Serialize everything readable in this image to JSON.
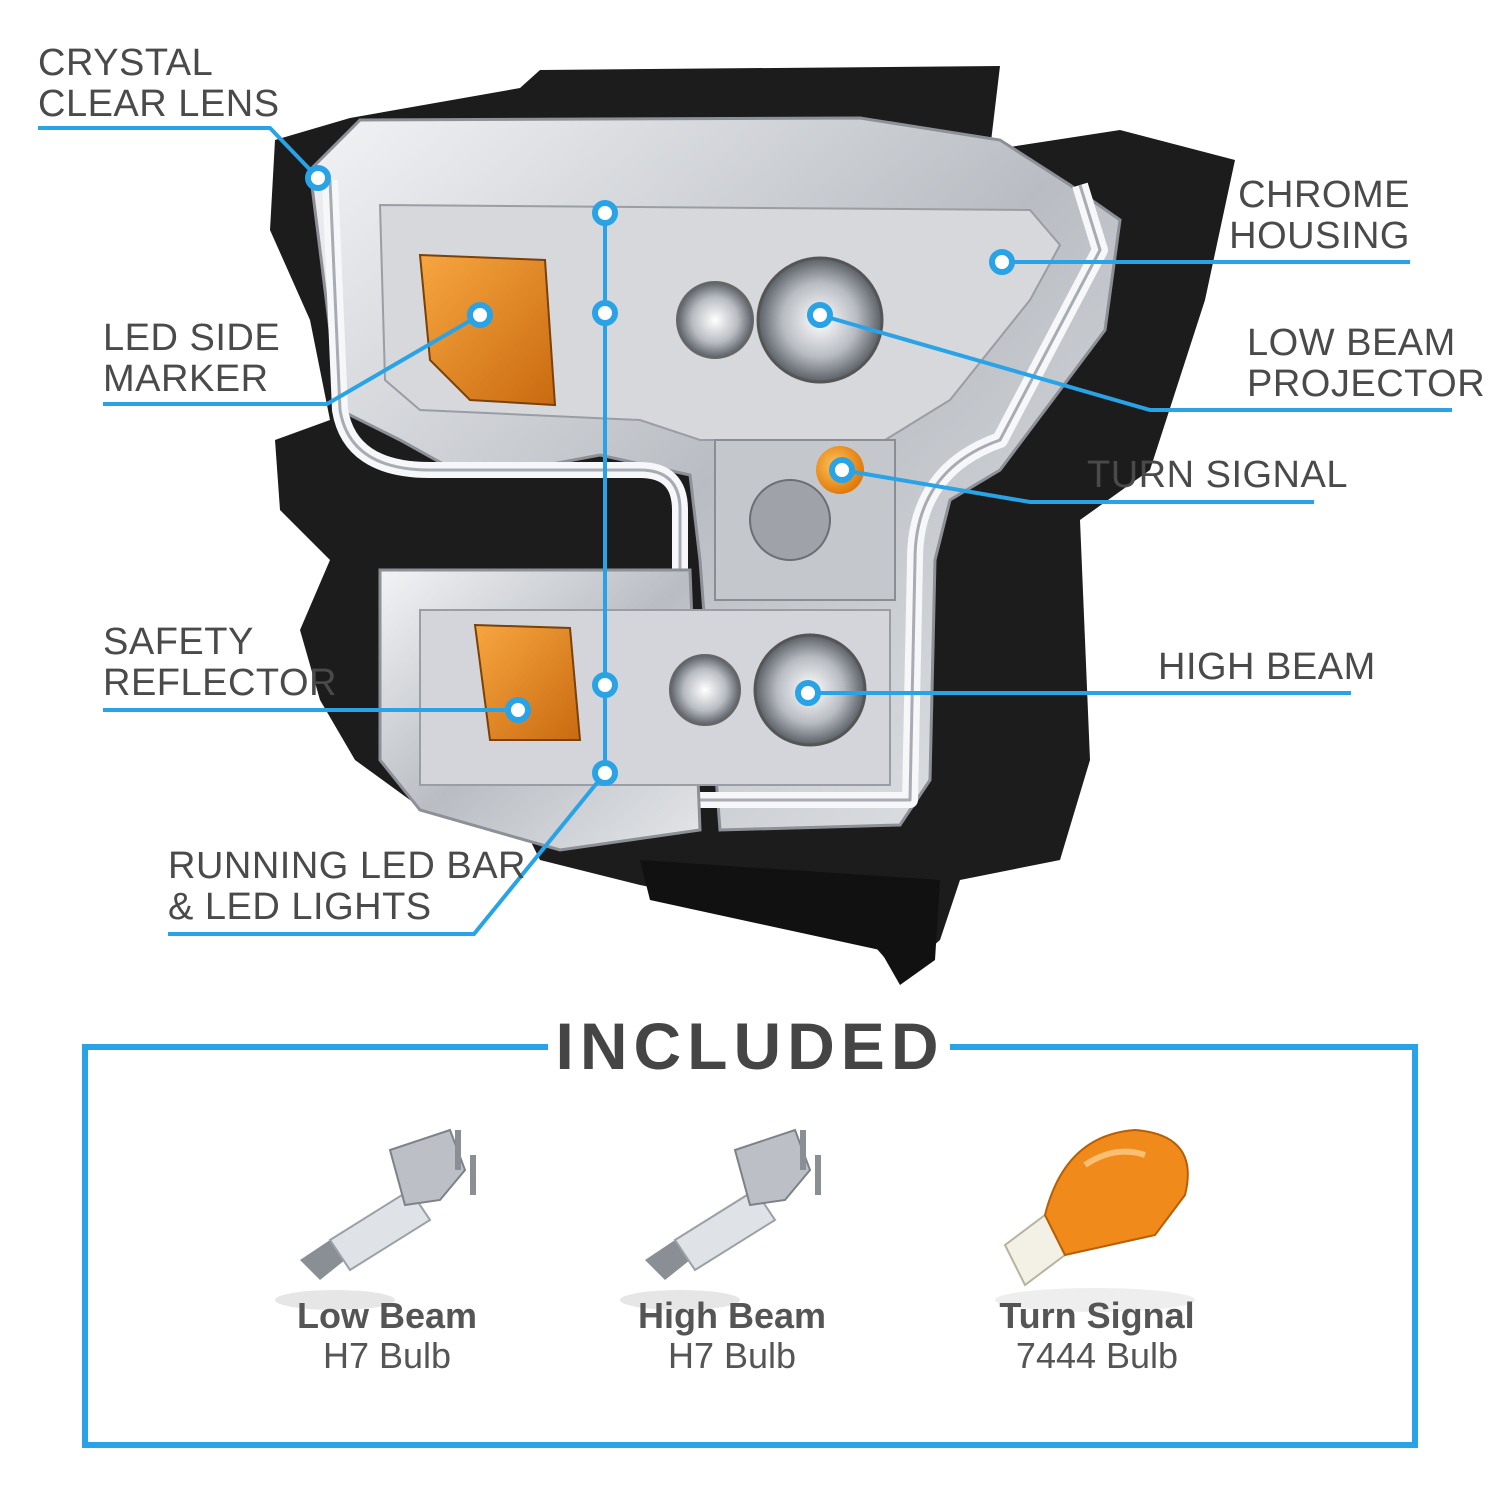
{
  "callouts": [
    {
      "id": "crystal-clear-lens",
      "lines": [
        "CRYSTAL",
        "CLEAR LENS"
      ]
    },
    {
      "id": "led-side-marker",
      "lines": [
        "LED SIDE",
        "MARKER"
      ]
    },
    {
      "id": "safety-reflector",
      "lines": [
        "SAFETY",
        "REFLECTOR"
      ]
    },
    {
      "id": "running-led-bar",
      "lines": [
        "RUNNING LED BAR",
        "& LED LIGHTS"
      ]
    },
    {
      "id": "chrome-housing",
      "lines": [
        "CHROME",
        "HOUSING"
      ]
    },
    {
      "id": "low-beam-projector",
      "lines": [
        "LOW BEAM",
        "PROJECTOR"
      ]
    },
    {
      "id": "turn-signal",
      "lines": [
        "TURN SIGNAL"
      ]
    },
    {
      "id": "high-beam",
      "lines": [
        "HIGH BEAM"
      ]
    }
  ],
  "included": {
    "title": "INCLUDED",
    "items": [
      {
        "name": "Low Beam",
        "type": "H7 Bulb",
        "icon": "h7-bulb-icon"
      },
      {
        "name": "High Beam",
        "type": "H7 Bulb",
        "icon": "h7-bulb-icon"
      },
      {
        "name": "Turn Signal",
        "type": "7444 Bulb",
        "icon": "7444-amber-bulb-icon"
      }
    ]
  },
  "colors": {
    "accent_blue": "#29a3e6",
    "text_gray": "#4a4a4a",
    "amber": "#f08a1a",
    "chrome": "#c9ccd1",
    "housing_black": "#1a1a1a"
  }
}
